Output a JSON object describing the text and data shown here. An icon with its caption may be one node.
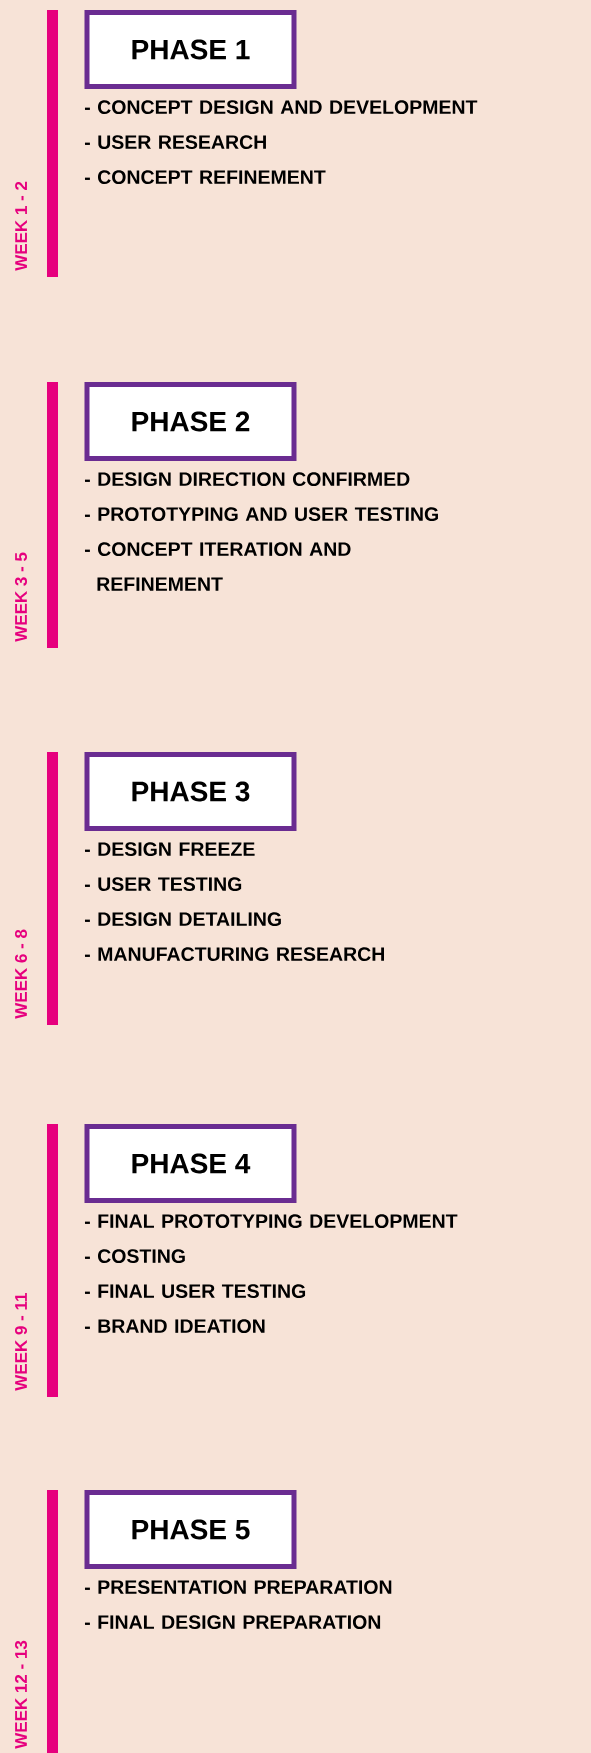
{
  "diagram": {
    "nodes": [
      {
        "text": [
          "PHASE 1"
        ],
        "beside": [
          "- CONCEPT DESIGN AND DEVELOPMENT",
          "- USER RESEARCH",
          "- CONCEPT REFINEMENT"
        ]
      },
      {
        "text": [
          "PHASE 2"
        ],
        "beside": [
          "- DESIGN DIRECTION CONFIRMED",
          "- PROTOTYPING AND USER TESTING",
          "- CONCEPT ITERATION AND REFINEMENT"
        ]
      },
      {
        "text": [
          "PHASE 3"
        ],
        "beside": [
          "- DESIGN FREEZE",
          "- USER TESTING",
          "- DESIGN DETAILING",
          "- MANUFACTURING RESEARCH"
        ]
      },
      {
        "text": [
          "PHASE 4"
        ],
        "beside": [
          "- FINAL PROTOTYPING DEVELOPMENT",
          "- COSTING",
          "- FINAL USER TESTING",
          "- BRAND IDEATION"
        ]
      },
      {
        "text": [
          "PHASE 5"
        ],
        "beside": [
          "- PRESENTATION PREPARATION",
          "- FINAL DESIGN PREPARATION"
        ]
      }
    ],
    "labels": [
      "WEEK 1 - 2",
      "WEEK 3 - 5",
      "WEEK 6 - 8",
      "WEEK 9 - 11",
      "WEEK 12 - 13"
    ]
  }
}
